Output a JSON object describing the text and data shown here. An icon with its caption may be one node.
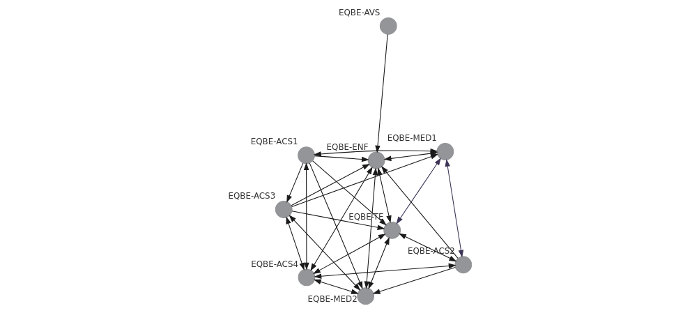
{
  "diagram": {
    "nodes": [
      {
        "text": [
          "EQBE-ACS3"
        ]
      },
      {
        "text": [
          "EQBE-MED2"
        ]
      },
      {
        "text": [
          "EQBE-ACS4"
        ]
      },
      {
        "text": [
          "EQBE-ACS1"
        ]
      },
      {
        "text": [
          "EQBE-ENF"
        ]
      },
      {
        "text": [
          "EQBE-AVS"
        ]
      },
      {
        "text": [
          "EQBE-TE"
        ]
      },
      {
        "text": [
          "EQBE-MED1"
        ]
      },
      {
        "text": [
          "EQBE-ACS2"
        ]
      }
    ],
    "edges": [
      {
        "from": 1,
        "to": 0,
        "arrow": "both"
      },
      {
        "from": 2,
        "to": 0,
        "arrow": "both"
      },
      {
        "from": 0,
        "to": 4,
        "arrow": "to"
      },
      {
        "from": 0,
        "to": 6,
        "arrow": "to"
      },
      {
        "from": 0,
        "to": 7,
        "arrow": "to"
      },
      {
        "from": 3,
        "to": 0,
        "arrow": "to"
      },
      {
        "from": 3,
        "to": 1,
        "arrow": "to"
      },
      {
        "from": 2,
        "to": 3,
        "arrow": "both"
      },
      {
        "from": 3,
        "to": 4,
        "arrow": "to"
      },
      {
        "from": 3,
        "to": 6,
        "arrow": "to"
      },
      {
        "from": 3,
        "to": 7,
        "arrow": "both"
      },
      {
        "from": 1,
        "to": 2,
        "arrow": "both"
      },
      {
        "from": 1,
        "to": 4,
        "arrow": "both"
      },
      {
        "from": 2,
        "to": 4,
        "arrow": "both"
      },
      {
        "from": 5,
        "to": 4,
        "arrow": "to"
      },
      {
        "from": 4,
        "to": 7,
        "arrow": "both"
      },
      {
        "from": 4,
        "to": 6,
        "arrow": "both"
      },
      {
        "from": 8,
        "to": 4,
        "arrow": "to"
      },
      {
        "from": 6,
        "to": 1,
        "arrow": "both"
      },
      {
        "from": 8,
        "to": 1,
        "arrow": "to"
      },
      {
        "from": 6,
        "to": 2,
        "arrow": "both"
      },
      {
        "from": 2,
        "to": 8,
        "arrow": "both"
      },
      {
        "from": 6,
        "to": 7,
        "arrow": "both",
        "color": "#3d3456"
      },
      {
        "from": 7,
        "to": 8,
        "arrow": "both",
        "color": "#3d3456"
      },
      {
        "from": 8,
        "to": 6,
        "arrow": "both"
      }
    ]
  }
}
